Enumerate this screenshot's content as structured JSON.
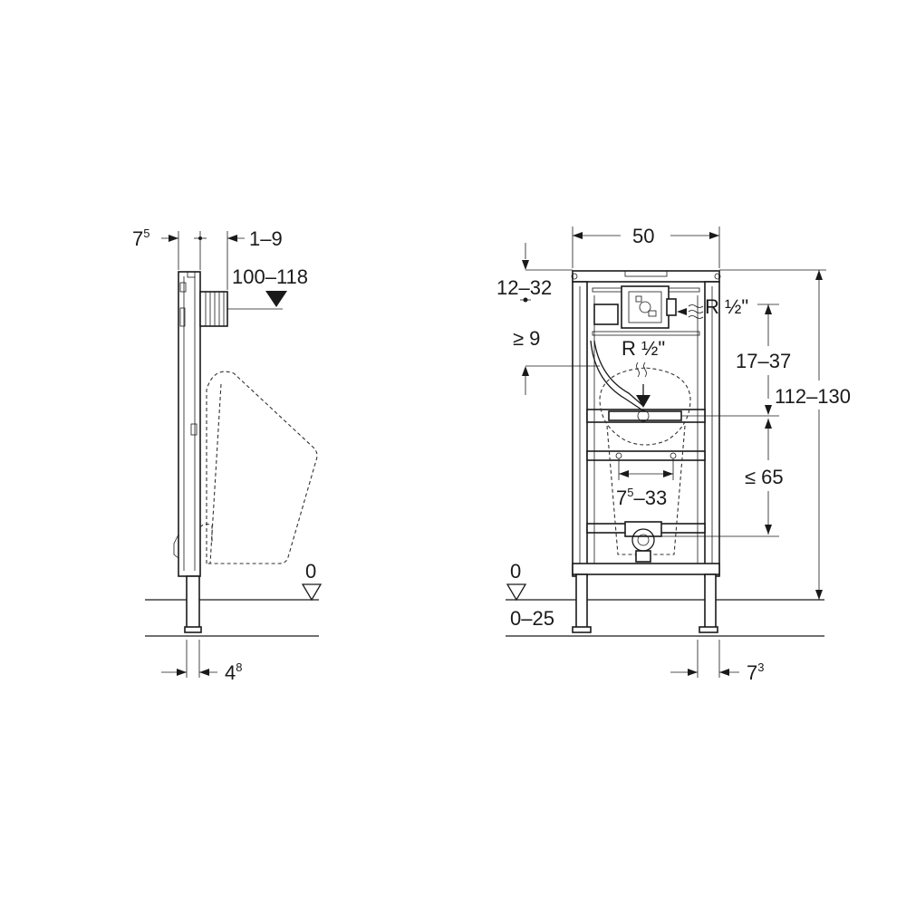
{
  "side_view": {
    "dim_depth_main": "7",
    "dim_depth_sup": "5",
    "dim_offset": "1–9",
    "dim_pipe_height": "100–118",
    "floor_level": "0",
    "dim_foot_main": "4",
    "dim_foot_sup": "8"
  },
  "front_view": {
    "dim_width": "50",
    "dim_top_offset": "12–32",
    "dim_min_gap": "≥ 9",
    "water_connection": "R ½\"",
    "water_connection_lower": "R ½\"",
    "dim_supply_height": "17–37",
    "dim_total_height": "112–130",
    "dim_lower_height": "≤ 65",
    "dim_fixing_main": "7",
    "dim_fixing_sup": "5",
    "dim_fixing_range": "–33",
    "floor_level": "0",
    "floor_range": "0–25",
    "dim_foot_main": "7",
    "dim_foot_sup": "3"
  }
}
